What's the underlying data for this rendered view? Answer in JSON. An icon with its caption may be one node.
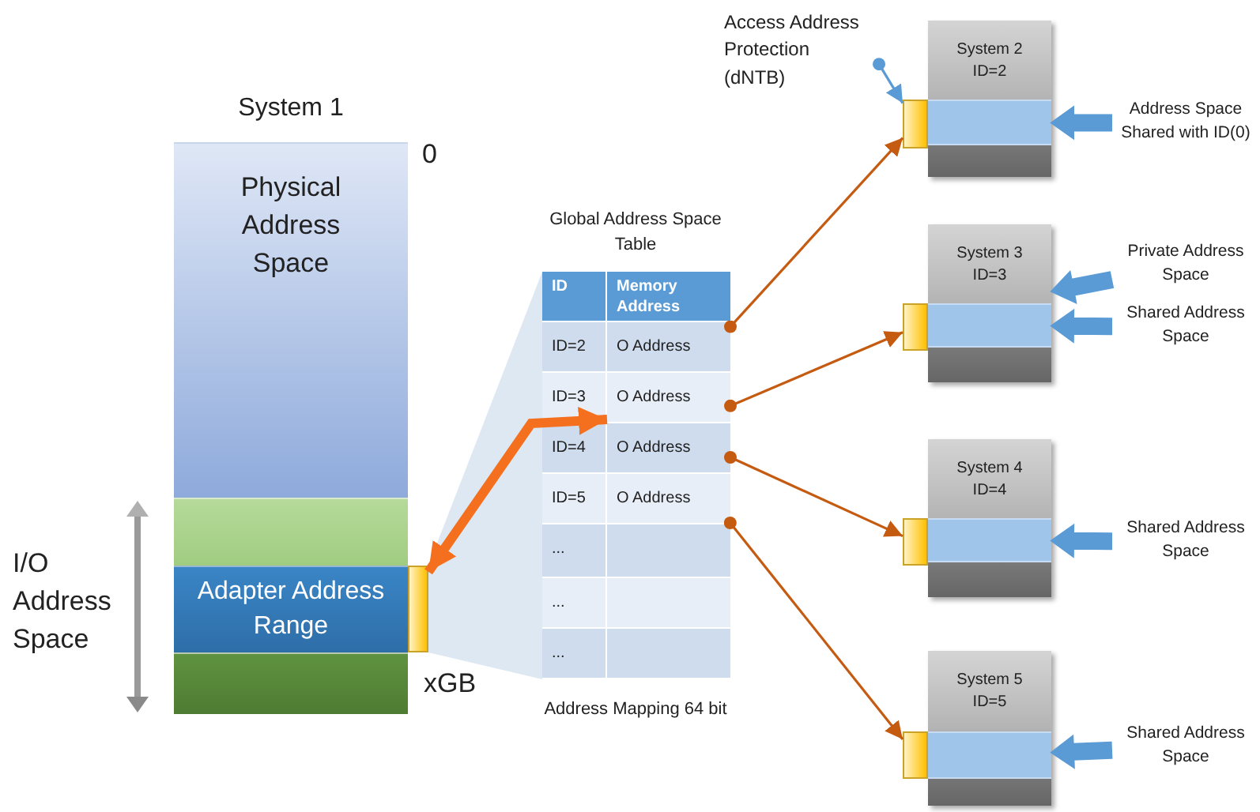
{
  "diagram": {
    "nodes": [
      {
        "text": [
          "System 1"
        ]
      },
      {
        "text": [
          "Physical Address Space"
        ],
        "in": 0
      },
      {
        "text": [],
        "shape": "box",
        "in": 0
      },
      {
        "text": [
          "Adapter Address Range"
        ],
        "in": 0
      },
      {
        "text": [],
        "shape": "box",
        "in": 0
      },
      {
        "text": [],
        "shape": "box"
      },
      {
        "text": [
          "Global Address Space Table"
        ],
        "beside": [
          "Address Mapping 64 bit"
        ]
      },
      {
        "text": [
          "ID"
        ],
        "in": 6
      },
      {
        "text": [
          "Memory Address"
        ],
        "in": 6
      },
      {
        "text": [
          "ID=2"
        ],
        "in": 6
      },
      {
        "text": [
          "O Address"
        ],
        "in": 6
      },
      {
        "text": [
          "ID=3"
        ],
        "in": 6
      },
      {
        "text": [
          "O Address"
        ],
        "in": 6
      },
      {
        "text": [
          "ID=4"
        ],
        "in": 6
      },
      {
        "text": [
          "O Address"
        ],
        "in": 6
      },
      {
        "text": [
          "ID=5"
        ],
        "in": 6
      },
      {
        "text": [
          "O Address"
        ],
        "in": 6
      },
      {
        "text": [
          "..."
        ],
        "in": 6
      },
      {
        "text": [],
        "shape": "box",
        "in": 6
      },
      {
        "text": [
          "..."
        ],
        "in": 6
      },
      {
        "text": [],
        "shape": "box",
        "in": 6
      },
      {
        "text": [
          "..."
        ],
        "in": 6
      },
      {
        "text": [],
        "shape": "box",
        "in": 6
      },
      {
        "text": [
          "Access Address Protection (dNTB)"
        ]
      },
      {
        "text": [
          "System 2 ID=2"
        ]
      },
      {
        "text": [],
        "shape": "box",
        "in": 24
      },
      {
        "text": [],
        "shape": "box"
      },
      {
        "text": [
          "Address Space Shared with ID(0)"
        ]
      },
      {
        "text": [
          "System 3 ID=3"
        ]
      },
      {
        "text": [],
        "shape": "box",
        "in": 28
      },
      {
        "text": [],
        "shape": "box"
      },
      {
        "text": [
          "Private Address Space"
        ]
      },
      {
        "text": [
          "Shared Address Space"
        ]
      },
      {
        "text": [
          "System 4 ID=4"
        ]
      },
      {
        "text": [],
        "shape": "box",
        "in": 33
      },
      {
        "text": [],
        "shape": "box"
      },
      {
        "text": [
          "Shared Address Space"
        ]
      },
      {
        "text": [
          "System 5 ID=5"
        ]
      },
      {
        "text": [],
        "shape": "box",
        "in": 37
      },
      {
        "text": [],
        "shape": "box"
      },
      {
        "text": [
          "Shared Address Space"
        ]
      }
    ],
    "edges": [
      {
        "from": 5,
        "to": 12,
        "arrow": "both",
        "style": "thick",
        "color": "#f4701f"
      },
      {
        "from": 10,
        "to": 26,
        "arrow": "to",
        "color": "#c55a11"
      },
      {
        "from": 12,
        "to": 30,
        "arrow": "to",
        "color": "#c55a11"
      },
      {
        "from": 14,
        "to": 35,
        "arrow": "to",
        "color": "#c55a11"
      },
      {
        "from": 16,
        "to": 39,
        "arrow": "to",
        "color": "#c55a11"
      },
      {
        "from": 23,
        "to": 26,
        "arrow": "to",
        "color": "#5b9bd5"
      },
      {
        "from": 27,
        "to": 25,
        "arrow": "to",
        "color": "#5b9bd5"
      },
      {
        "from": 31,
        "to": 28,
        "arrow": "to",
        "color": "#5b9bd5"
      },
      {
        "from": 32,
        "to": 29,
        "arrow": "to",
        "color": "#5b9bd5"
      },
      {
        "from": 36,
        "to": 34,
        "arrow": "to",
        "color": "#5b9bd5"
      },
      {
        "from": 40,
        "to": 38,
        "arrow": "to",
        "color": "#5b9bd5"
      }
    ],
    "labels": [
      "0",
      "I/O Address Space",
      "xGB"
    ]
  }
}
